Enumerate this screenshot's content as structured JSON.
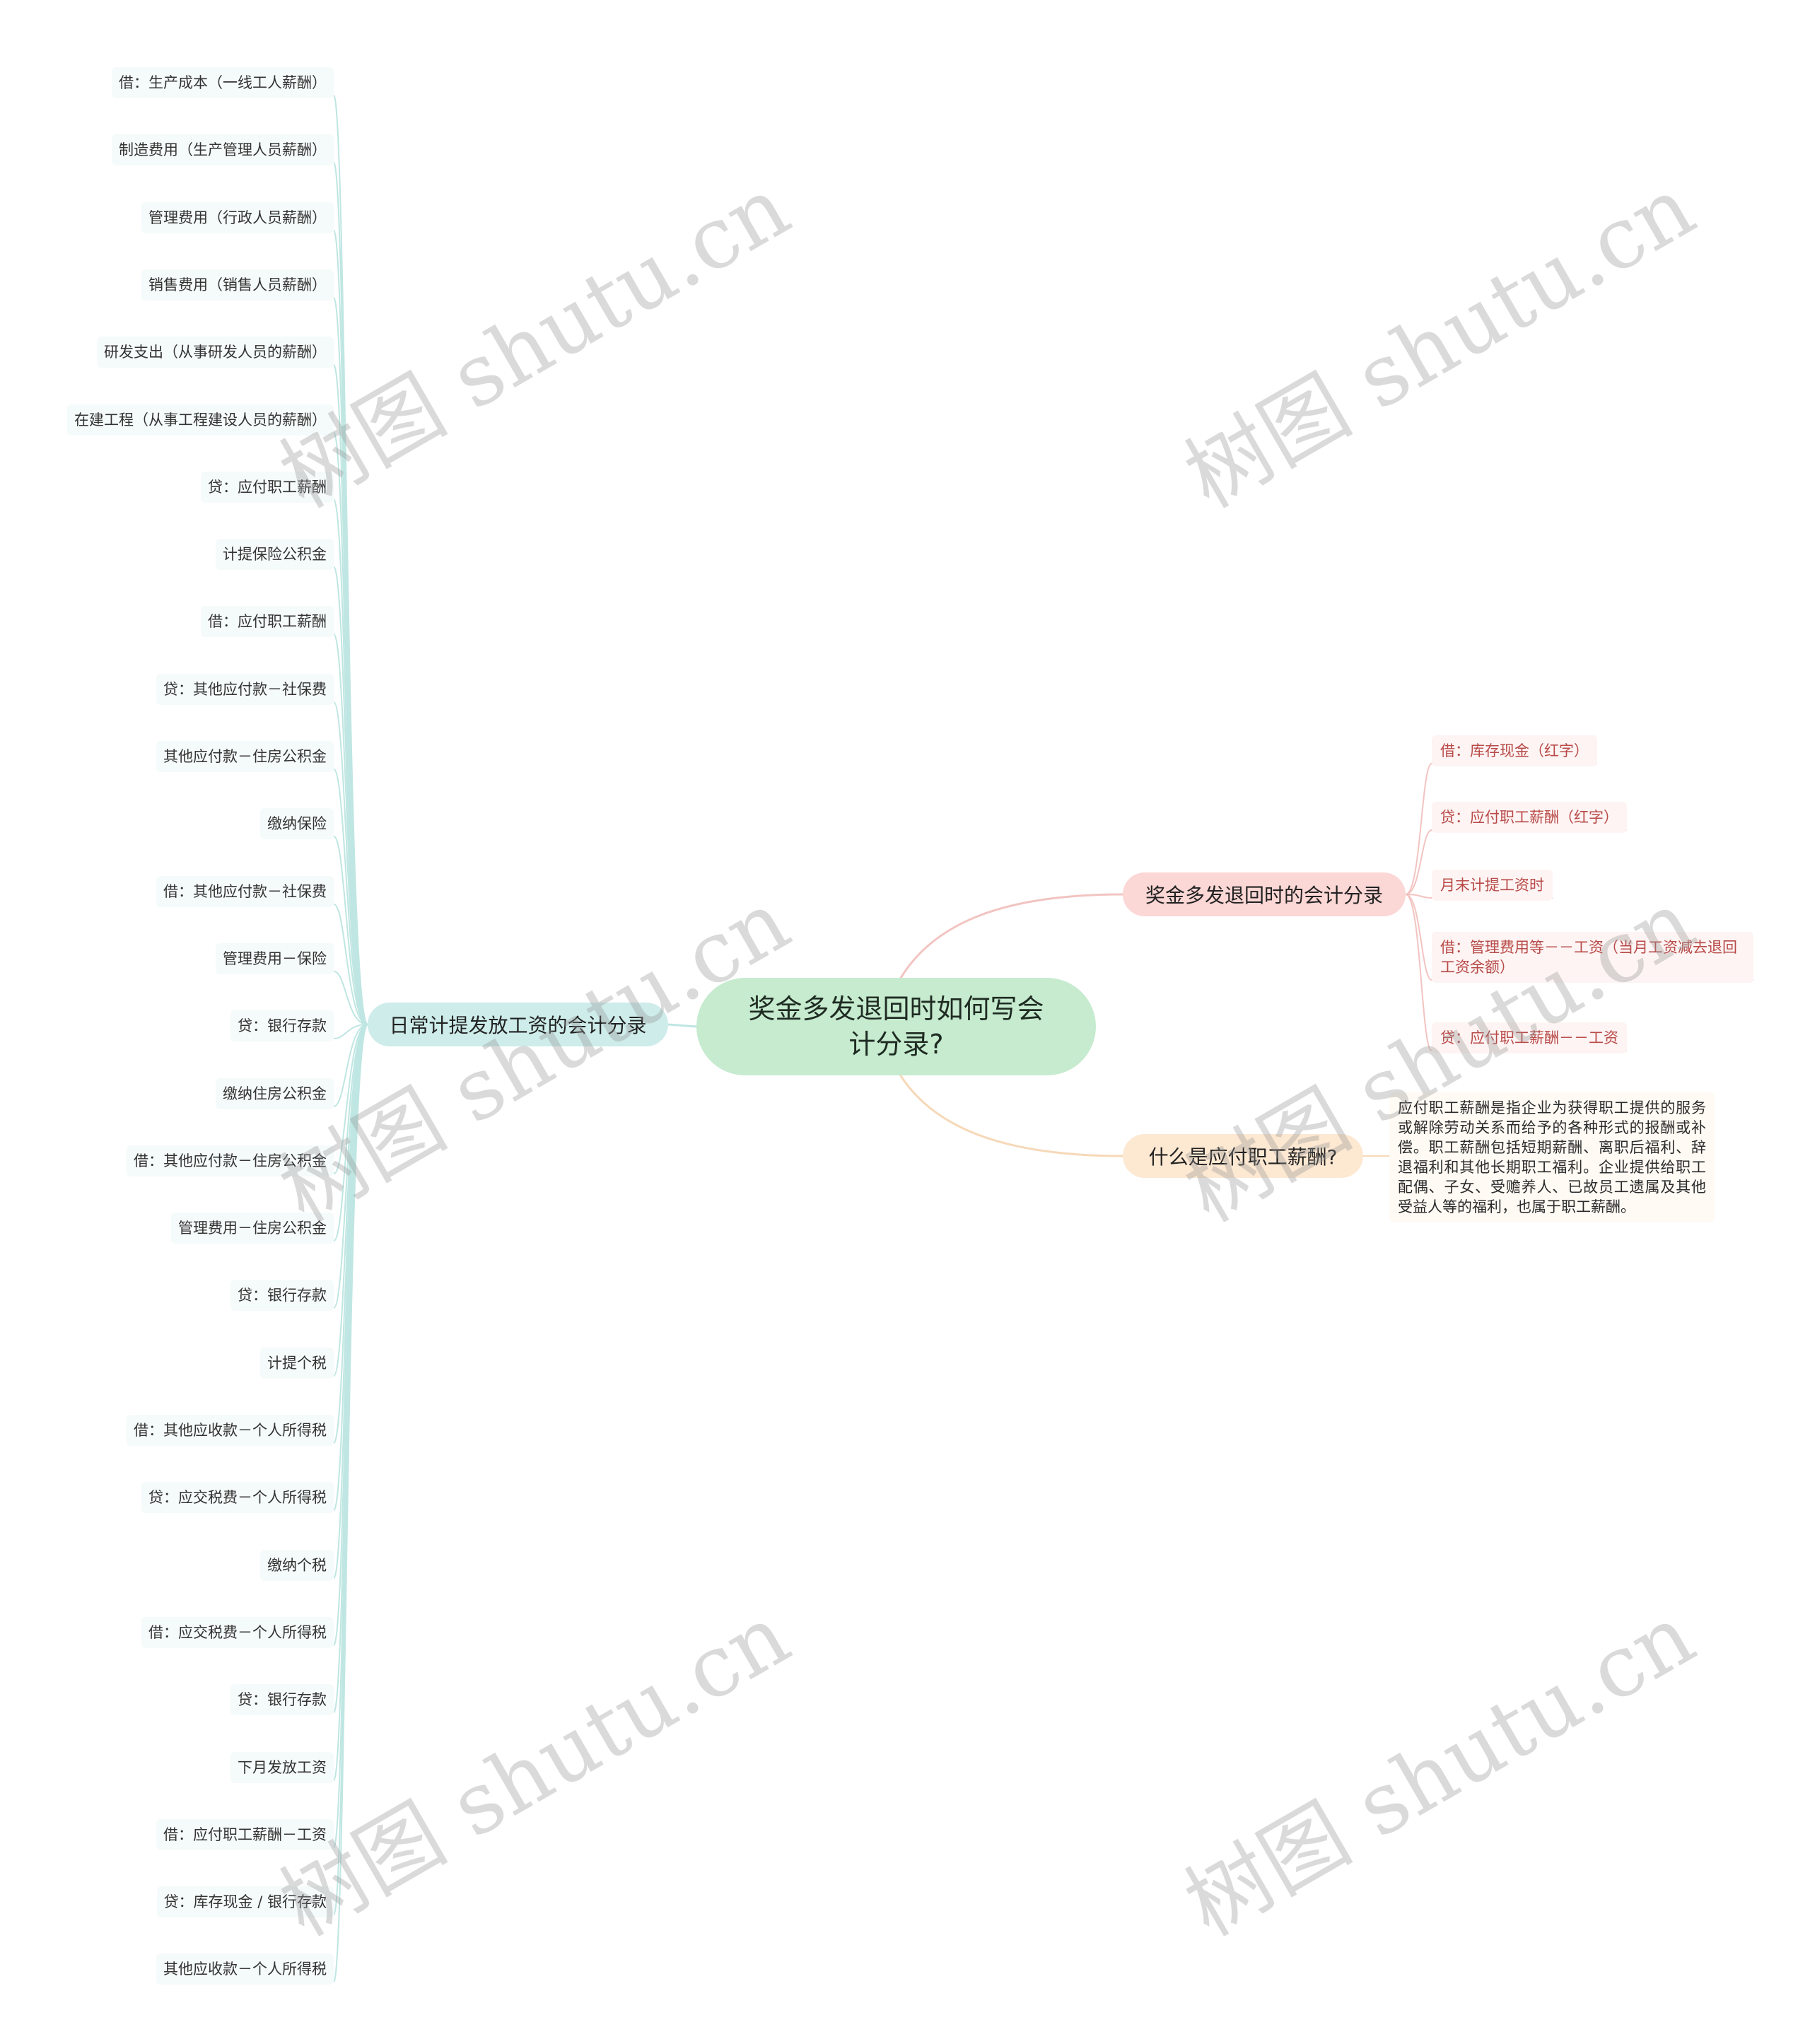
{
  "colors": {
    "root": "#c6ebcf",
    "left_branch": "#cdecea",
    "right_branch_1": "#fbd7d5",
    "right_branch_2": "#fde8d2",
    "left_link": "#bfe6e2",
    "right_link_1": "#f2c4c1",
    "right_link_2": "#f6d8b8",
    "right_leaf_text": "#b84a48"
  },
  "root": {
    "label": "奖金多发退回时如何写会计分录?"
  },
  "left_branch": {
    "label": "日常计提发放工资的会计分录",
    "leaves": [
      "借：生产成本（一线工人薪酬）",
      "制造费用（生产管理人员薪酬）",
      "管理费用（行政人员薪酬）",
      "销售费用（销售人员薪酬）",
      "研发支出（从事研发人员的薪酬）",
      "在建工程（从事工程建设人员的薪酬）",
      "贷：应付职工薪酬",
      "计提保险公积金",
      "借：应付职工薪酬",
      "贷：其他应付款－社保费",
      "其他应付款－住房公积金",
      "缴纳保险",
      "借：其他应付款－社保费",
      "管理费用－保险",
      "贷：银行存款",
      "缴纳住房公积金",
      "借：其他应付款－住房公积金",
      "管理费用－住房公积金",
      "贷：银行存款",
      "计提个税",
      "借：其他应收款－个人所得税",
      "贷：应交税费－个人所得税",
      "缴纳个税",
      "借：应交税费－个人所得税",
      "贷：银行存款",
      "下月发放工资",
      "借：应付职工薪酬－工资",
      "贷：库存现金 / 银行存款",
      "其他应收款－个人所得税"
    ]
  },
  "right_branch_1": {
    "label": "奖金多发退回时的会计分录",
    "leaves": [
      "借：库存现金（红字）",
      "贷：应付职工薪酬（红字）",
      "月末计提工资时",
      "借：管理费用等－－工资（当月工资减去退回工资余额）",
      "贷：应付职工薪酬－－工资"
    ]
  },
  "right_branch_2": {
    "label": "什么是应付职工薪酬?",
    "description": "应付职工薪酬是指企业为获得职工提供的服务或解除劳动关系而给予的各种形式的报酬或补偿。职工薪酬包括短期薪酬、离职后福利、辞退福利和其他长期职工福利。企业提供给职工配偶、子女、受赡养人、已故员工遗属及其他受益人等的福利，也属于职工薪酬。"
  },
  "watermark": "树图 shutu.cn"
}
